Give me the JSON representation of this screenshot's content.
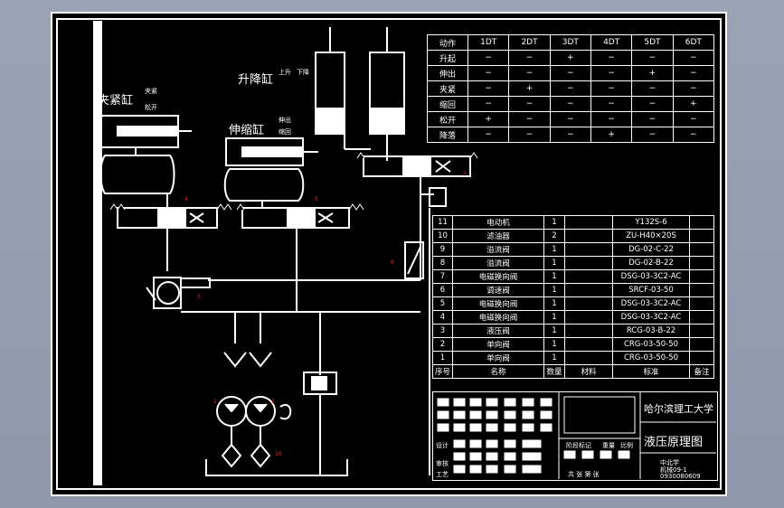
{
  "labels": {
    "clamp_cyl": "夹紧缸",
    "clamp_state": "夹紧",
    "clamp_release": "松开",
    "lift_cyl": "升降缸",
    "lift_up": "上升",
    "lift_down": "下降",
    "tele_cyl": "伸缩缸",
    "tele_state": "伸出",
    "tele_back": "缩回"
  },
  "truth_table": {
    "corner": "动作",
    "headers": [
      "1DT",
      "2DT",
      "3DT",
      "4DT",
      "5DT",
      "6DT"
    ],
    "rows": [
      {
        "action": "升起",
        "vals": [
          "−",
          "−",
          "+",
          "−",
          "−",
          "−"
        ]
      },
      {
        "action": "伸出",
        "vals": [
          "−",
          "−",
          "−",
          "−",
          "+",
          "−"
        ]
      },
      {
        "action": "夹紧",
        "vals": [
          "−",
          "+",
          "−",
          "−",
          "−",
          "−"
        ]
      },
      {
        "action": "缩回",
        "vals": [
          "−",
          "−",
          "−",
          "−",
          "−",
          "+"
        ]
      },
      {
        "action": "松开",
        "vals": [
          "+",
          "−",
          "−",
          "−",
          "−",
          "−"
        ]
      },
      {
        "action": "降落",
        "vals": [
          "−",
          "−",
          "−",
          "+",
          "−",
          "−"
        ]
      }
    ]
  },
  "parts_list": {
    "rows": [
      {
        "no": "11",
        "name": "电动机",
        "qty": "1",
        "spec": "Y132S-6"
      },
      {
        "no": "10",
        "name": "滤油器",
        "qty": "2",
        "spec": "ZU-H40×20S"
      },
      {
        "no": "9",
        "name": "溢流阀",
        "qty": "1",
        "spec": "DG-02-C-22"
      },
      {
        "no": "8",
        "name": "溢流阀",
        "qty": "1",
        "spec": "DG-02-B-22"
      },
      {
        "no": "7",
        "name": "电磁换向阀",
        "qty": "1",
        "spec": "DSG-03-3C2-AC"
      },
      {
        "no": "6",
        "name": "调速阀",
        "qty": "1",
        "spec": "SRCF-03-50"
      },
      {
        "no": "5",
        "name": "电磁换向阀",
        "qty": "1",
        "spec": "DSG-03-3C2-AC"
      },
      {
        "no": "4",
        "name": "电磁换向阀",
        "qty": "1",
        "spec": "DSG-03-3C2-AC"
      },
      {
        "no": "3",
        "name": "液压阀",
        "qty": "1",
        "spec": "RCG-03-B-22"
      },
      {
        "no": "2",
        "name": "单向阀",
        "qty": "1",
        "spec": "CRG-03-50-50"
      },
      {
        "no": "1",
        "name": "单向阀",
        "qty": "1",
        "spec": "CRG-03-50-50"
      }
    ],
    "header": {
      "no": "序号",
      "name": "名称",
      "qty": "数量",
      "material": "材料",
      "spec": "标准",
      "note": "备注"
    }
  },
  "title_block": {
    "school": "哈尔滨理工大学",
    "drawing": "液压原理图",
    "stage": "阶段标记",
    "weight": "重量",
    "scale": "比例",
    "sheets": "共  张  第  张",
    "group": "机械09-1",
    "code": "0930080609",
    "unit": "中北学",
    "design": "设计",
    "check": "审核",
    "process": "工艺"
  },
  "colors": {
    "line": "#ffffff",
    "bg": "#000000",
    "accent": "#ff2020"
  }
}
